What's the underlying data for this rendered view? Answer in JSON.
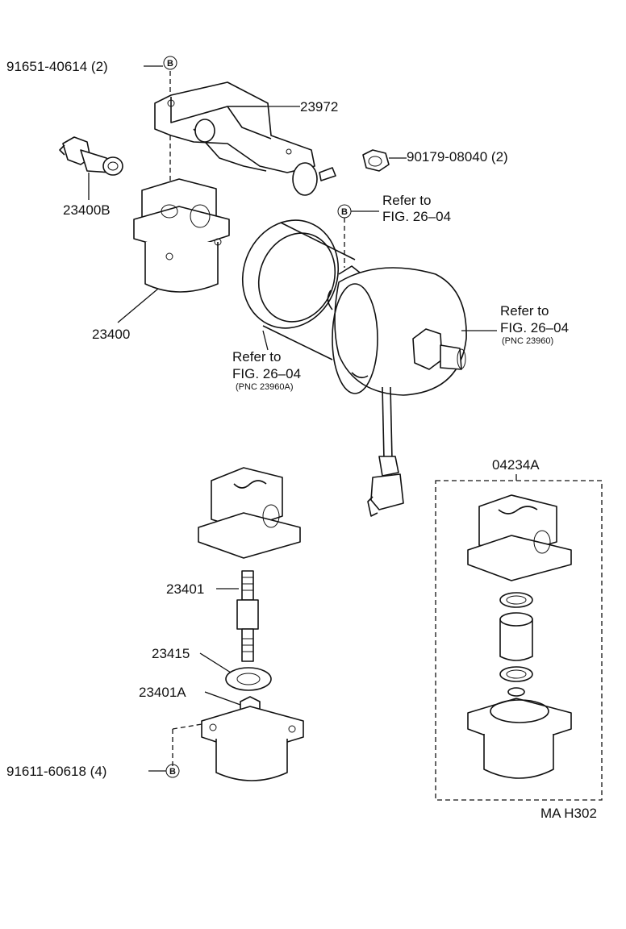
{
  "callouts": {
    "bolt_top": "91651-40614 (2)",
    "bracket": "23972",
    "nut": "90179-08040 (2)",
    "union": "23400B",
    "filter_assembly": "23400",
    "refer_b_line1": "Refer to",
    "refer_b_line2": "FIG. 26–04",
    "refer_right_line1": "Refer to",
    "refer_right_line2": "FIG. 26–04",
    "refer_right_pnc": "(PNC 23960)",
    "refer_left_line1": "Refer to",
    "refer_left_line2": "FIG. 26–04",
    "refer_left_pnc": "(PNC 23960A)",
    "kit": "04234A",
    "element": "23401",
    "gasket": "23415",
    "seal": "23401A",
    "bolt_bottom": "91611-60618 (4)",
    "figure_code": "MA H302"
  },
  "markers": {
    "b": "B"
  }
}
